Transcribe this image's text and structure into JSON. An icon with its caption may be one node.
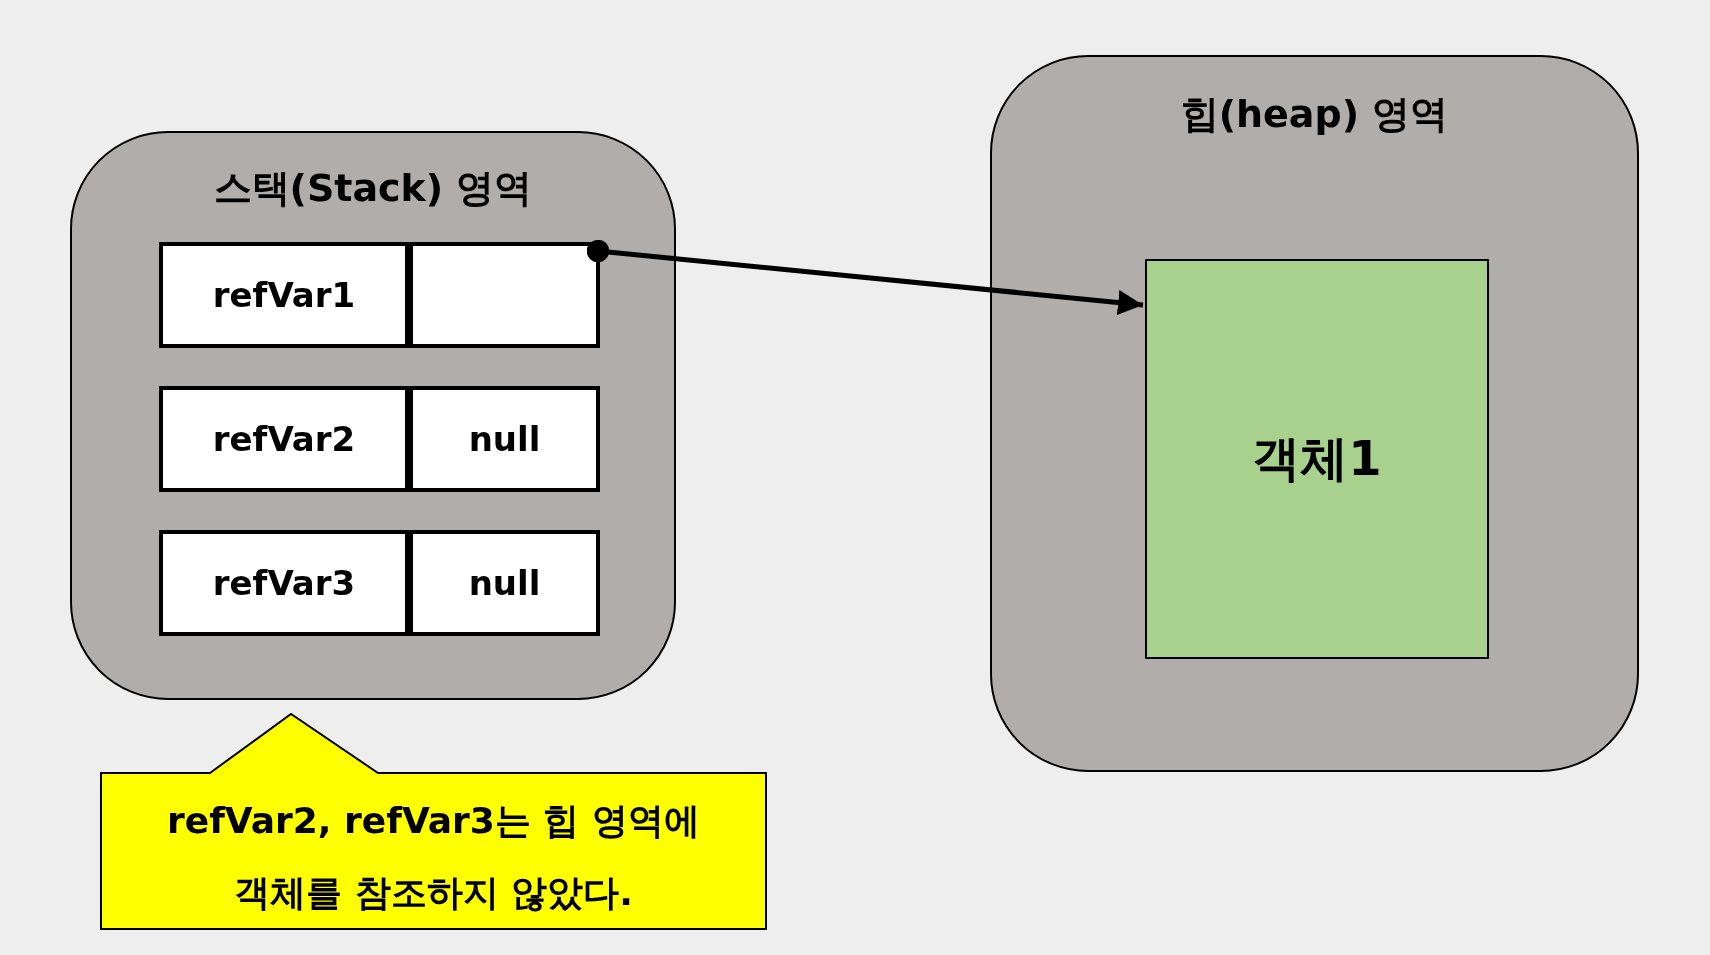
{
  "diagram": {
    "nodes": [
      {
        "text": [
          "스택(Stack) 영역"
        ]
      },
      {
        "text": [
          "refVar1"
        ],
        "in": 0
      },
      {
        "text": [],
        "shape": "box",
        "in": 0
      },
      {
        "text": [
          "refVar2"
        ],
        "in": 0
      },
      {
        "text": [
          "null"
        ],
        "in": 0
      },
      {
        "text": [
          "refVar3"
        ],
        "in": 0
      },
      {
        "text": [
          "null"
        ],
        "in": 0
      },
      {
        "text": [
          "힙(heap) 영역"
        ]
      },
      {
        "text": [
          "객체1"
        ],
        "in": 7
      },
      {
        "text": [
          "refVar2, refVar3는 힙 영역에 객체를 참조하지 않았다."
        ]
      }
    ],
    "edges": [
      {
        "from": 2,
        "to": 8,
        "arrow": "to"
      }
    ]
  }
}
